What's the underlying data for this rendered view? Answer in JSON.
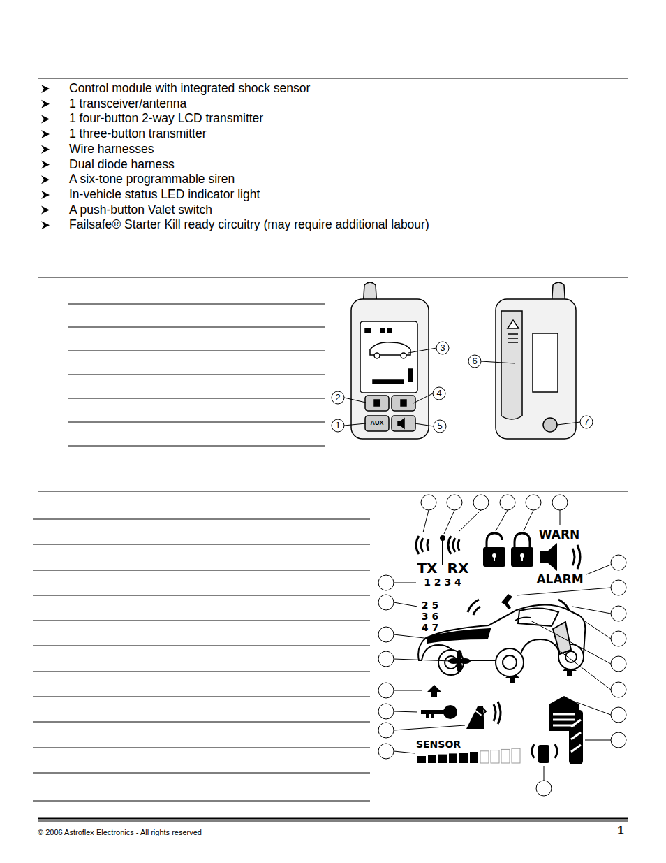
{
  "diagram": {
    "labels": [
      "Control module with integrated shock sensor",
      "1 transceiver/antenna",
      "1 four-button 2-way LCD transmitter",
      "1 three-button transmitter",
      "Wire harnesses",
      "Dual diode harness",
      "A six-tone programmable siren",
      "In-vehicle status LED indicator light",
      "A push-button Valet switch",
      "Failsafe® Starter Kill ready circuitry (may require additional labour)",
      "AUX",
      "1",
      "2",
      "3",
      "4",
      "5",
      "6",
      "7",
      "TX",
      "RX",
      "1 2 3 4",
      "WARN",
      "ALARM",
      "2 5",
      "3 6",
      "4 7",
      "SENSOR",
      "© 2006 Astroflex Electronics - All rights reserved",
      "1"
    ]
  }
}
